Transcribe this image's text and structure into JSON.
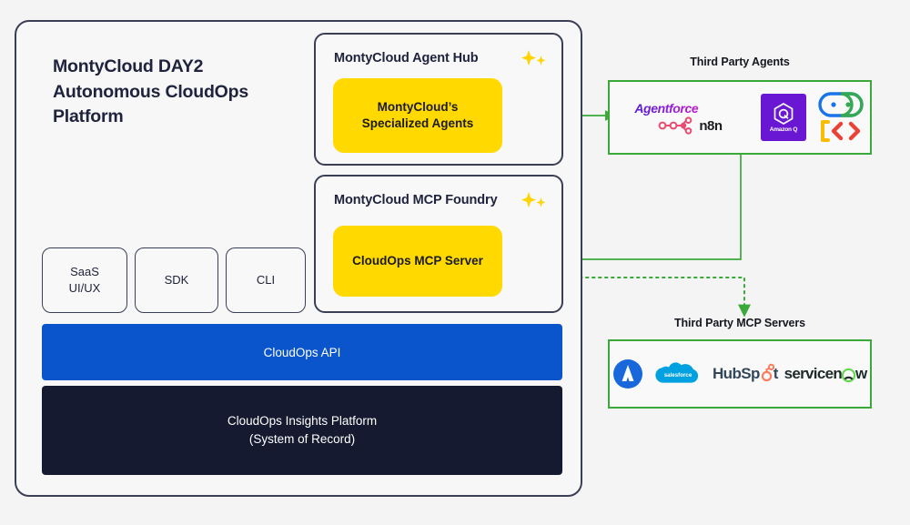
{
  "platform": {
    "title": "MontyCloud DAY2 Autonomous CloudOps Platform",
    "title_lines": [
      "MontyCloud DAY2",
      "Autonomous CloudOps",
      "Platform"
    ],
    "border_color": "#3a3f55"
  },
  "panels": {
    "agent_hub": {
      "title": "MontyCloud Agent Hub",
      "sparkle_icon": "sparkles-icon",
      "card_label": "MontyCloud's Specialized Agents",
      "card_lines": [
        "MontyCloud’s",
        "Specialized Agents"
      ],
      "card_color": "#ffd900"
    },
    "mcp_foundry": {
      "title": "MontyCloud MCP Foundry",
      "sparkle_icon": "sparkles-icon",
      "card_label": "CloudOps MCP Server",
      "card_color": "#ffd900"
    }
  },
  "channels": [
    {
      "label": "SaaS UI/UX",
      "lines": [
        "SaaS",
        "UI/UX"
      ]
    },
    {
      "label": "SDK",
      "lines": [
        "SDK"
      ]
    },
    {
      "label": "CLI",
      "lines": [
        "CLI"
      ]
    }
  ],
  "bars": {
    "api": {
      "label": "CloudOps API",
      "color": "#0b55cc",
      "text_color": "#ffffff"
    },
    "insights": {
      "label": "CloudOps Insights Platform (System of Record)",
      "line1": "CloudOps Insights Platform",
      "line2": "(System of Record)",
      "color": "#151a30",
      "text_color": "#ffffff"
    }
  },
  "external": {
    "agents": {
      "label": "Third Party Agents",
      "border_color": "#3aa93a",
      "logos": [
        {
          "name": "agentforce-logo",
          "text": "Agentforce"
        },
        {
          "name": "n8n-logo",
          "text": "n8n"
        },
        {
          "name": "amazon-q-logo",
          "text": "Amazon Q"
        },
        {
          "name": "gemini-code-assist-logo",
          "text": ""
        }
      ]
    },
    "mcp_servers": {
      "label": "Third Party MCP Servers",
      "border_color": "#3aa93a",
      "logos": [
        {
          "name": "atlassian-logo",
          "text": ""
        },
        {
          "name": "salesforce-logo",
          "text": "salesforce"
        },
        {
          "name": "hubspot-logo",
          "text": "HubSp",
          "text_tail": "t"
        },
        {
          "name": "servicenow-logo",
          "text": "servicen",
          "text_tail": "w"
        }
      ]
    }
  },
  "connectors": {
    "color": "#3aa93a",
    "agents_link": "bidirectional solid arrow between MontyCloud's Specialized Agents and Third Party Agents",
    "mcp_server_link": "solid arrow from Third Party Agents into CloudOps MCP Server",
    "mcp_servers_link": "dotted bidirectional arrow between CloudOps MCP Server and Third Party MCP Servers"
  }
}
